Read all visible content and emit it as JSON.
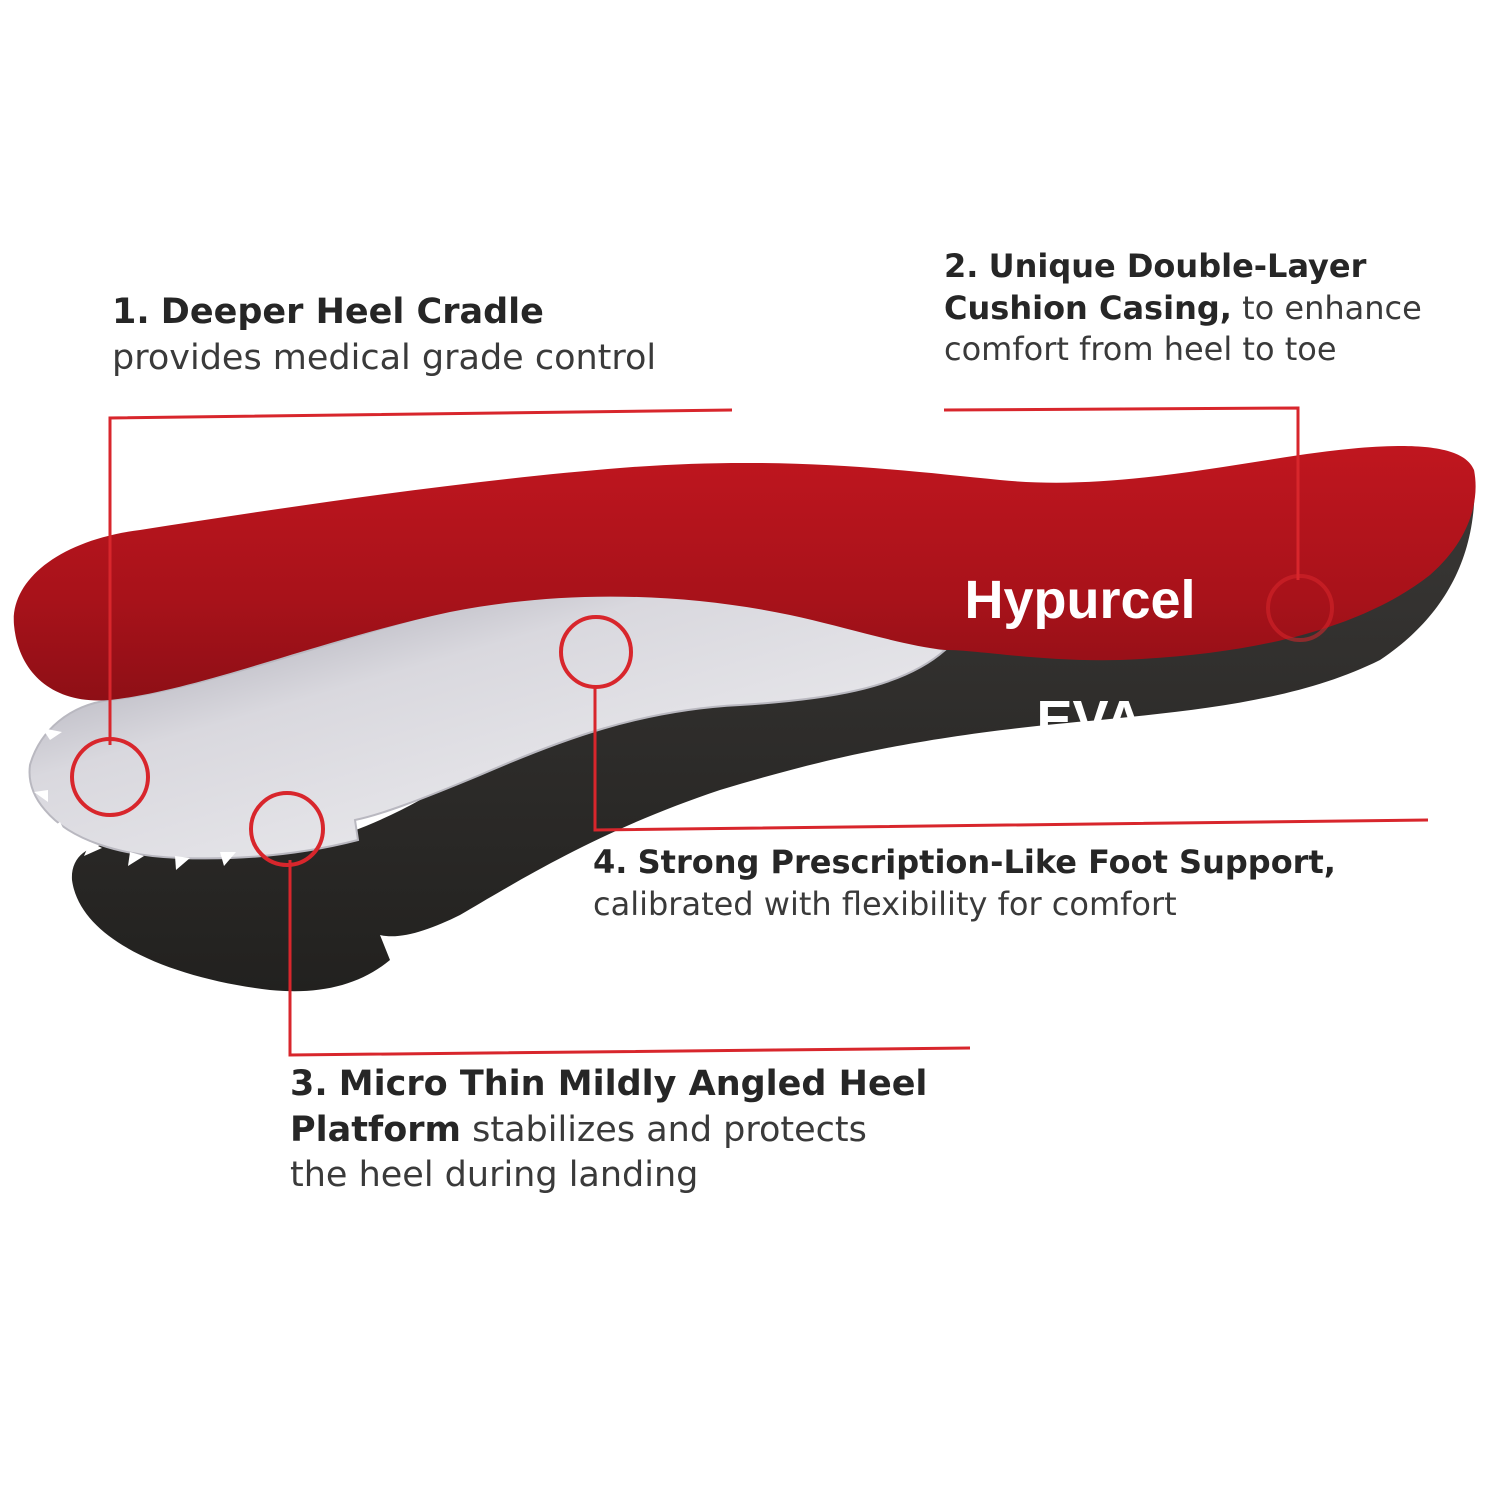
{
  "callouts": {
    "heel_cradle": {
      "number": "1.",
      "title": "Deeper Heel Cradle",
      "text": "provides medical grade control"
    },
    "cushion_casing": {
      "number": "2.",
      "title_line1": "Unique Double-Layer",
      "title_line2": "Cushion Casing,",
      "text_line2": " to enhance",
      "text_line3": "comfort from heel to toe"
    },
    "heel_platform": {
      "number": "3.",
      "title_line1": "Micro Thin Mildly Angled Heel",
      "title_line2": "Platform",
      "text_line2": " stabilizes and protects",
      "text_line3": "the heel during landing"
    },
    "foot_support": {
      "number": "4.",
      "title": "Strong Prescription-Like Foot Support,",
      "text": "calibrated with flexibility for comfort"
    }
  },
  "layers": {
    "top": "Hypurcel",
    "bottom": "EVA"
  },
  "colors": {
    "top_layer": "#b3141d",
    "base_layer": "#2c2b2a",
    "shell": "#d8d8de",
    "leader_line": "#d8262c"
  }
}
